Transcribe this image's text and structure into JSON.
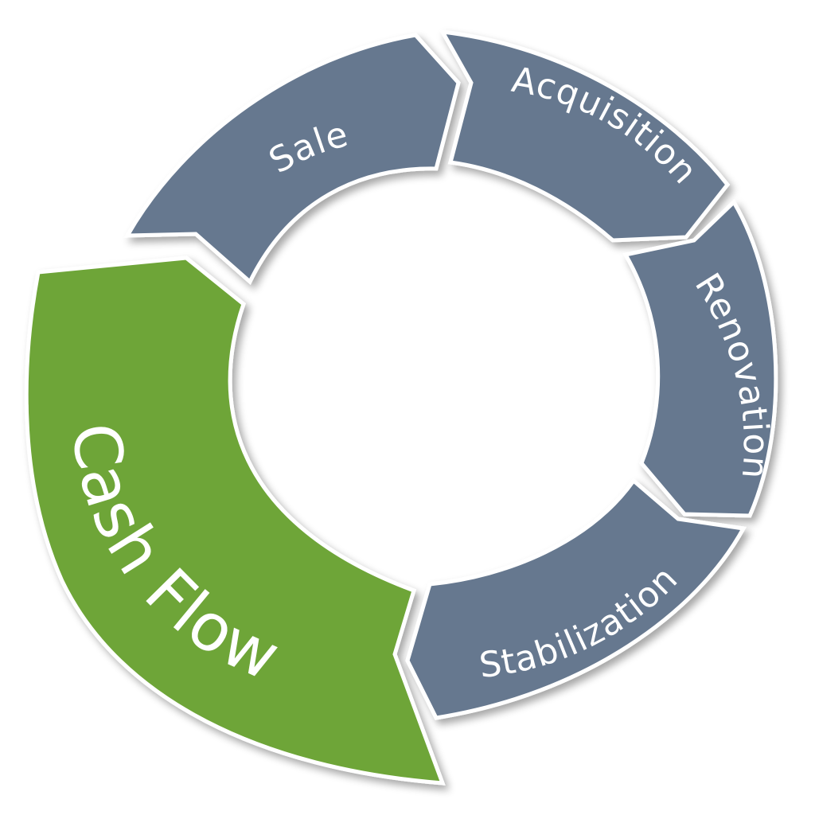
{
  "colors": {
    "phase_fill": "#66788f",
    "highlight_fill": "#6ea539",
    "outline": "#ffffff",
    "background": "#ffffff"
  },
  "segments": [
    {
      "key": "sale",
      "label": "Sale",
      "highlight": false
    },
    {
      "key": "acquisition",
      "label": "Acquisition",
      "highlight": false
    },
    {
      "key": "renovation",
      "label": "Renovation",
      "highlight": false
    },
    {
      "key": "stabilization",
      "label": "Stabilization",
      "highlight": false
    },
    {
      "key": "cash_flow",
      "label": "Cash Flow",
      "highlight": true
    }
  ]
}
